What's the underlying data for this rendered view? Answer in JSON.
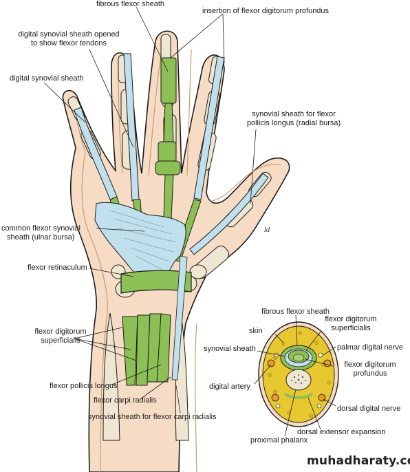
{
  "labels": {
    "fibrous_flexor_sheath": "fibrous flexor sheath",
    "insertion_fdp": "insertion of flexor digitorum profundus",
    "digital_sheath_opened_1": "digital synovial sheath opened",
    "digital_sheath_opened_2": "to show flexor tendons",
    "digital_synovial_sheath": "digital synovial sheath",
    "radial_bursa_1": "synovial sheath for flexor",
    "radial_bursa_2": "pollicis longus (radial bursa)",
    "ulnar_bursa_1": "common flexor synovial",
    "ulnar_bursa_2": "sheath (ulnar bursa)",
    "flexor_retinaculum": "flexor retinaculum",
    "fds_1": "flexor digitorum",
    "fds_2": "superficialis",
    "flexor_pollicis_longus": "flexor pollicis longus",
    "flexor_carpi_radialis": "flexor carpi radialis",
    "sheath_fcr": "synovial sheath for flexor carpi radialis"
  },
  "section_labels": {
    "fibrous_flexor_sheath": "fibrous flexor sheath",
    "fds_1": "flexor digitorum",
    "fds_2": "superficialis",
    "skin": "skin",
    "synovial_sheath": "synovial sheath",
    "palmar_digital_nerve": "palmar digital nerve",
    "fdp_1": "flexor digitorum",
    "fdp_2": "profundus",
    "digital_artery": "digital artery",
    "dorsal_digital_nerve": "dorsal digital nerve",
    "dorsal_extensor_expansion": "dorsal extensor expansion",
    "proximal_phalanx": "proximal phalanx"
  },
  "signature": "ld",
  "watermark": "muhadharaty.com",
  "colors": {
    "skin": "#f6dcc4",
    "outline": "#1a1a1a",
    "tendon_green": "#8cbf55",
    "sheath_blue": "#bfe0ec",
    "bone": "#efe6d2",
    "fat_yellow": "#e8c830",
    "artery_orange": "#e89a2a"
  }
}
